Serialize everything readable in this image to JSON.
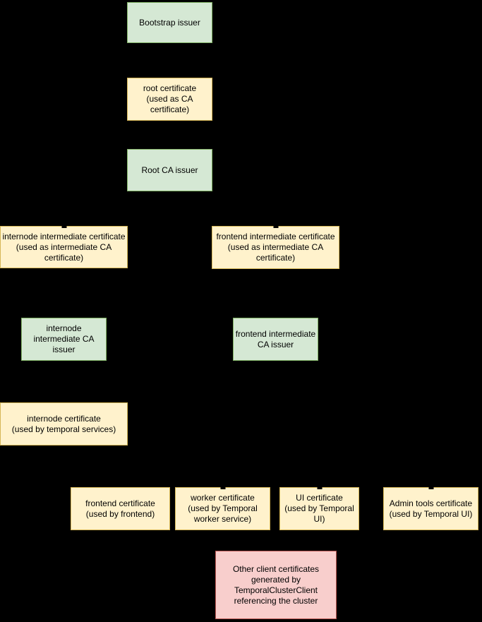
{
  "diagram": {
    "type": "certificate-hierarchy-flowchart",
    "background_color": "#000000",
    "text_color": "#000000",
    "node_styles": {
      "issuer": {
        "fill": "#d5e8d4",
        "stroke": "#82b366"
      },
      "certificate": {
        "fill": "#fff2cc",
        "stroke": "#d6b656"
      },
      "client": {
        "fill": "#f8cecc",
        "stroke": "#b85450"
      }
    },
    "nodes": {
      "bootstrap_issuer": {
        "type": "issuer",
        "label": "Bootstrap issuer"
      },
      "root_certificate": {
        "type": "certificate",
        "label": "root certificate\n(used as CA\ncertificate)"
      },
      "root_ca_issuer": {
        "type": "issuer",
        "label": "Root CA issuer"
      },
      "internode_intermediate_certificate": {
        "type": "certificate",
        "label": "internode intermediate certificate\n(used as intermediate CA\ncertificate)"
      },
      "frontend_intermediate_certificate": {
        "type": "certificate",
        "label": "frontend intermediate certificate\n(used as intermediate CA\ncertificate)"
      },
      "internode_intermediate_ca_issuer": {
        "type": "issuer",
        "label": "internode\nintermediate CA\nissuer"
      },
      "frontend_intermediate_ca_issuer": {
        "type": "issuer",
        "label": "frontend intermediate\nCA issuer"
      },
      "internode_certificate": {
        "type": "certificate",
        "label": "internode certificate\n(used by temporal services)"
      },
      "frontend_certificate": {
        "type": "certificate",
        "label": "frontend certificate\n(used by frontend)"
      },
      "worker_certificate": {
        "type": "certificate",
        "label": "worker certificate\n(used by Temporal\nworker service)"
      },
      "ui_certificate": {
        "type": "certificate",
        "label": "UI certificate\n(used by Temporal UI)"
      },
      "admin_tools_certificate": {
        "type": "certificate",
        "label": "Admin tools certificate\n(used by Temporal UI)"
      },
      "other_client_certificates": {
        "type": "client",
        "label": "Other client certificates\ngenerated by\nTemporalClusterClient\nreferencing the cluster"
      }
    }
  }
}
